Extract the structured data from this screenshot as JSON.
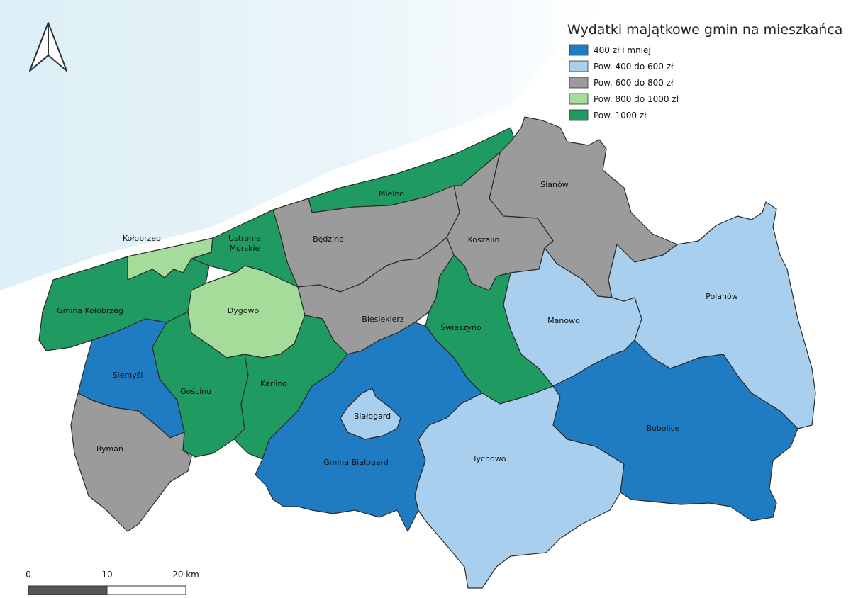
{
  "legend": {
    "title": "Wydatki majątkowe gmin na mieszkańca",
    "classes": [
      {
        "label": "400 zł i mniej",
        "color": "#1f7bc2"
      },
      {
        "label": "Pow. 400 do 600 zł",
        "color": "#a8d0ee"
      },
      {
        "label": "Pow. 600 do 800 zł",
        "color": "#9b9b9b"
      },
      {
        "label": "Pow. 800 do 1000 zł",
        "color": "#a5dc9a"
      },
      {
        "label": "Pow. 1000 zł",
        "color": "#1f9a60"
      }
    ]
  },
  "regions": [
    {
      "name": "Mielno",
      "class": 4
    },
    {
      "name": "Sianów",
      "class": 2
    },
    {
      "name": "Kołobrzeg",
      "class": 3
    },
    {
      "name": "Ustronie Morskie",
      "class": 4
    },
    {
      "name": "Będzino",
      "class": 2
    },
    {
      "name": "Koszalin",
      "class": 2
    },
    {
      "name": "Gmina Kołobrzeg",
      "class": 4
    },
    {
      "name": "Dygowo",
      "class": 3
    },
    {
      "name": "Biesiekierz",
      "class": 2
    },
    {
      "name": "Świeszyno",
      "class": 4
    },
    {
      "name": "Manowo",
      "class": 1
    },
    {
      "name": "Polanów",
      "class": 1
    },
    {
      "name": "Siemyśl",
      "class": 0
    },
    {
      "name": "Gościno",
      "class": 4
    },
    {
      "name": "Karlino",
      "class": 4
    },
    {
      "name": "Białogard",
      "class": 1
    },
    {
      "name": "Gmina Białogard",
      "class": 0
    },
    {
      "name": "Tychowo",
      "class": 1
    },
    {
      "name": "Bobolice",
      "class": 0
    },
    {
      "name": "Rymań",
      "class": 2
    }
  ],
  "scale_bar": {
    "labels": [
      "0",
      "10",
      "20 km"
    ]
  },
  "north_arrow": {
    "icon": "north-arrow-icon"
  }
}
